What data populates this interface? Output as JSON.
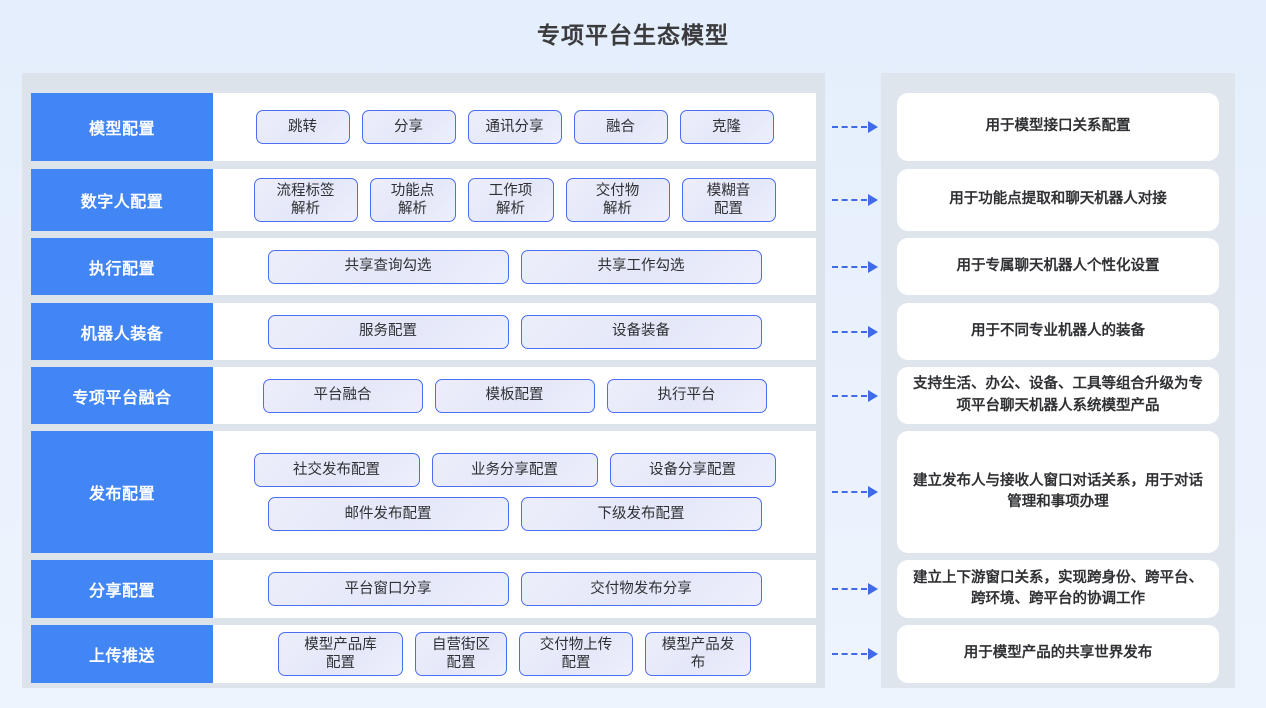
{
  "page": {
    "title": "专项平台生态模型",
    "accent_blue": "#4285f4",
    "pill_border": "#4d6ef0",
    "arrow_color": "#3f6ae8",
    "panel_bg": "#dde3eb",
    "page_bg": "#e9f1fd"
  },
  "diagram": {
    "type": "matrix",
    "arrow_icon": "dashed-arrow-right-icon",
    "rows": [
      {
        "label": "模型配置",
        "lines": [
          [
            "跳转",
            "分享",
            "通讯分享",
            "融合",
            "克隆"
          ]
        ],
        "note": "用于模型接口关系配置"
      },
      {
        "label": "数字人配置",
        "lines": [
          [
            "流程标签\n解析",
            "功能点\n解析",
            "工作项\n解析",
            "交付物\n解析",
            "模糊音\n配置"
          ]
        ],
        "note": "用于功能点提取和聊天机器人对接"
      },
      {
        "label": "执行配置",
        "lines": [
          [
            "共享查询勾选",
            "共享工作勾选"
          ]
        ],
        "note": "用于专属聊天机器人个性化设置"
      },
      {
        "label": "机器人装备",
        "lines": [
          [
            "服务配置",
            "设备装备"
          ]
        ],
        "note": "用于不同专业机器人的装备"
      },
      {
        "label": "专项平台融合",
        "lines": [
          [
            "平台融合",
            "模板配置",
            "执行平台"
          ]
        ],
        "note": "支持生活、办公、设备、工具等组合升级为专项平台聊天机器人系统模型产品"
      },
      {
        "label": "发布配置",
        "lines": [
          [
            "社交发布配置",
            "业务分享配置",
            "设备分享配置"
          ],
          [
            "邮件发布配置",
            "下级发布配置"
          ]
        ],
        "note": "建立发布人与接收人窗口对话关系，用于对话管理和事项办理"
      },
      {
        "label": "分享配置",
        "lines": [
          [
            "平台窗口分享",
            "交付物发布分享"
          ]
        ],
        "note": "建立上下游窗口关系，实现跨身份、跨平台、跨环境、跨平台的协调工作"
      },
      {
        "label": "上传推送",
        "lines": [
          [
            "模型产品库\n配置",
            "自营街区\n配置",
            "交付物上传\n配置",
            "模型产品发\n布"
          ]
        ],
        "note": "用于模型产品的共享世界发布"
      }
    ]
  }
}
